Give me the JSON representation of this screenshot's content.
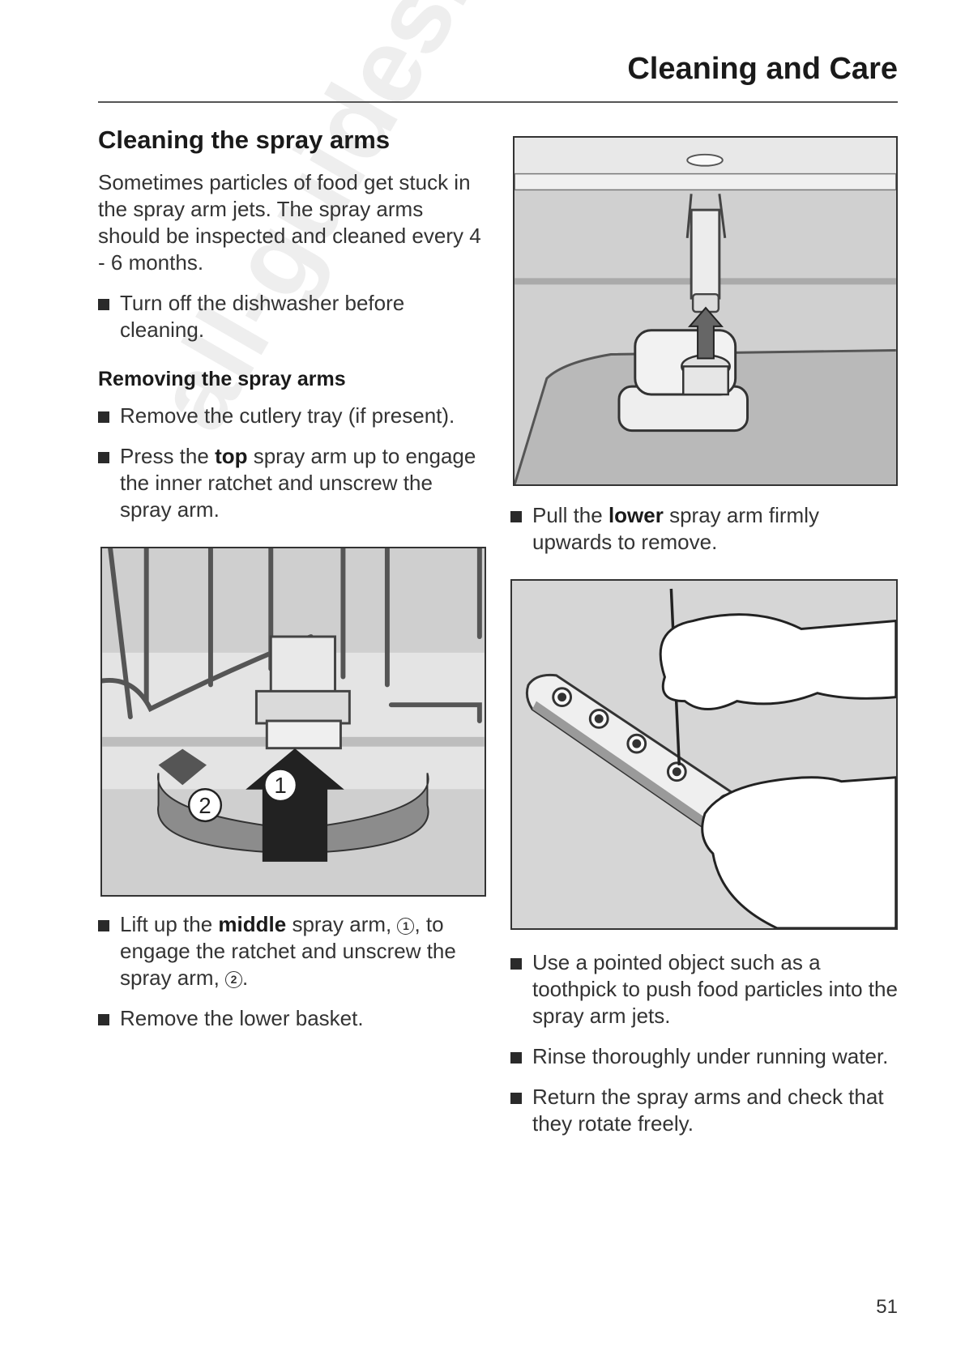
{
  "header": {
    "title": "Cleaning and Care"
  },
  "section": {
    "title": "Cleaning the spray arms",
    "intro": "Sometimes particles of food get stuck in the spray arm jets. The spray arms should be inspected and cleaned every 4 - 6 months.",
    "bullet_turn_off": "Turn off the dishwasher before cleaning.",
    "subtitle": "Removing the spray arms",
    "bullet_cutlery": "Remove the cutlery tray (if present).",
    "bullet_top": {
      "pre": "Press the ",
      "bold": "top",
      "post": " spray arm up to engage the inner ratchet and unscrew the spray arm."
    },
    "bullet_middle": {
      "pre": "Lift up the ",
      "bold": "middle",
      "mid": " spray arm, ",
      "num1": "1",
      "mid2": ", to engage the ratchet and unscrew the spray arm, ",
      "num2": "2",
      "post": "."
    },
    "bullet_lower_basket": "Remove the lower basket.",
    "bullet_lower": {
      "pre": "Pull the ",
      "bold": "lower",
      "post": " spray arm firmly upwards to remove."
    },
    "bullet_toothpick": "Use a pointed object such as a toothpick to push food particles into the spray arm jets.",
    "bullet_rinse": "Rinse thoroughly under running water.",
    "bullet_return": "Return the spray arms and check that they rotate freely."
  },
  "figure_middle": {
    "label_1": "1",
    "label_2": "2"
  },
  "watermark": "all-guides.com",
  "page_number": "51"
}
